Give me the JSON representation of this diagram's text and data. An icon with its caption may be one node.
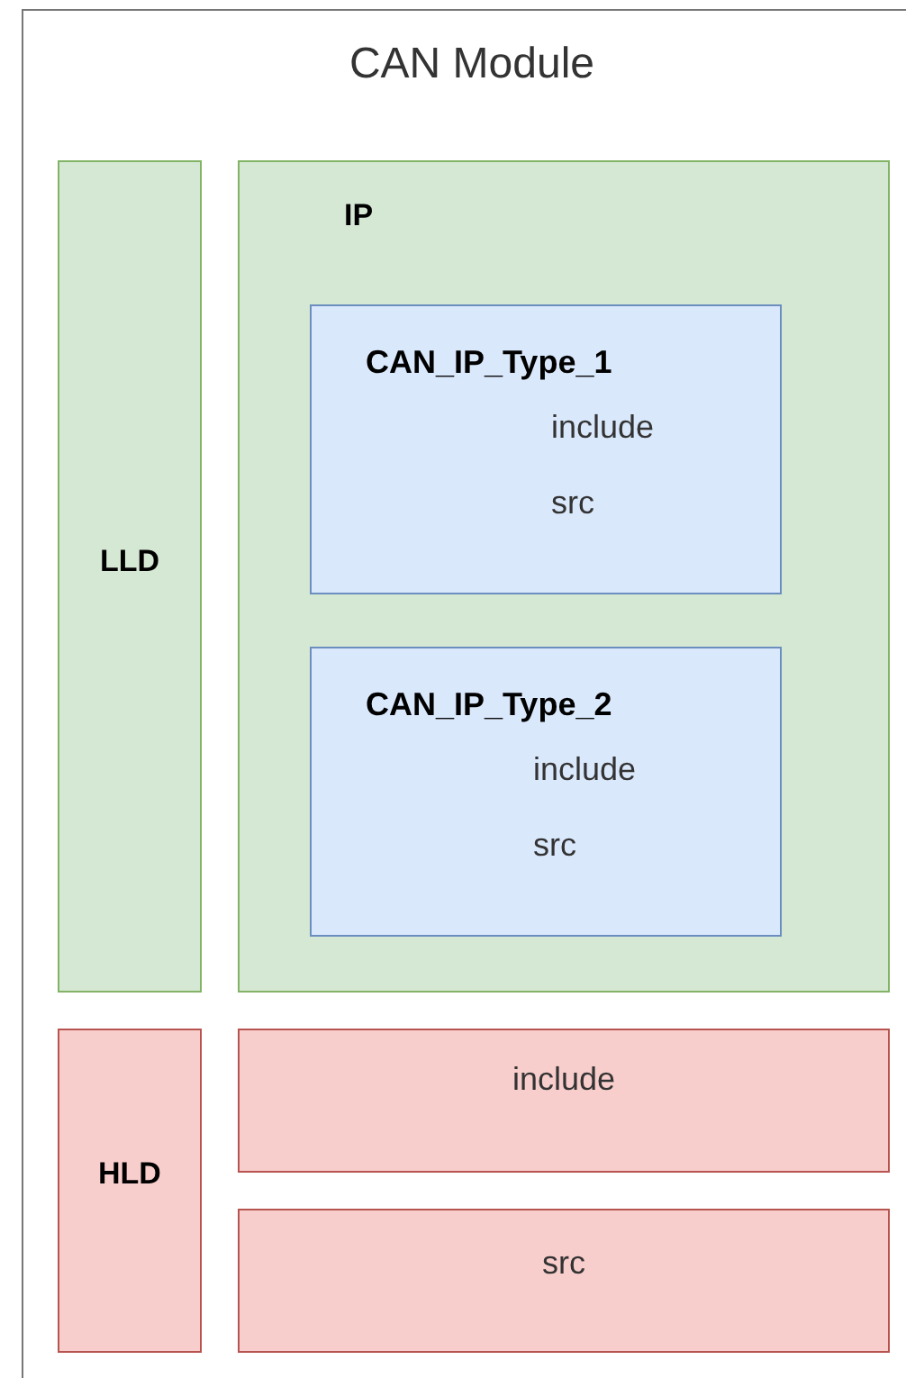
{
  "diagram": {
    "nodes": [
      {
        "text": [
          "CAN Module"
        ]
      },
      {
        "text": [
          "LLD"
        ],
        "in": 0
      },
      {
        "text": [
          "IP"
        ],
        "in": 0
      },
      {
        "text": [
          "CAN_IP_Type_1",
          "include",
          "src"
        ],
        "in": 2
      },
      {
        "text": [
          "CAN_IP_Type_2",
          "include",
          "src"
        ],
        "in": 2
      },
      {
        "text": [
          "HLD"
        ],
        "in": 0
      },
      {
        "text": [
          "include"
        ],
        "in": 0
      },
      {
        "text": [
          "src"
        ],
        "in": 0
      }
    ]
  }
}
